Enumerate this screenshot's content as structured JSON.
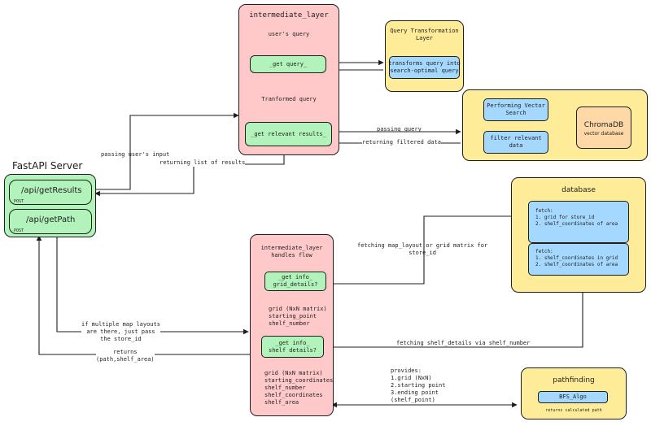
{
  "diagram": {
    "fastapi": {
      "title": "FastAPI Server",
      "get_results": "/api/getResults",
      "get_results_method": "POST",
      "get_path": "/api/getPath",
      "get_path_method": "POST"
    },
    "intermediate_top": {
      "title": "intermediate_layer",
      "users_query": "user's query",
      "get_query": "_get query_",
      "transformed_query": "Tranformed query",
      "get_relevant": "_get relevant results_"
    },
    "query_transformation": {
      "title": "Query Transformation\nLayer",
      "inner": "transforms query into\nsearch-optimal query"
    },
    "vector": {
      "performing": "Performing Vector\nSearch",
      "filter": "filter relevant\ndata",
      "chroma_title": "ChromaDB",
      "chroma_sub": "vector database"
    },
    "database": {
      "title": "database",
      "fetch1": "fetch:\n1. grid for store_id\n2. shelf_coordinates of area",
      "fetch2": "fetch:\n1. shelf_coordinates in grid\n2. shelf_coordinates of area"
    },
    "intermediate_bottom": {
      "title": "intermediate_layer\nhandles flow",
      "grid_details": "_get info_\ngrid_details?",
      "grid_output": "grid (NxN matrix)\nstarting_point\nshelf_number",
      "shelf_details": "_get info_\nshelf details?",
      "final_output": "grid (NxN matrix)\nstarting_coordinates\nshelf_number\nshelf_coordinates\nshelf_area"
    },
    "pathfinding": {
      "title": "pathfinding",
      "algo": "BFS_Algo",
      "returns": "returns calculated path"
    },
    "labels": {
      "passing_input": "passing user's input",
      "returning_list": "returning list of results",
      "passing_query": "passing query",
      "returning_filtered": "returning filtered data",
      "fetching_map": "fetching map_layout or grid matrix for\nstore_id",
      "multiple_layouts": "if multiple map layouts\nare there, just pass\nthe store_id",
      "returns_path": "returns\n(path,shelf_area)",
      "fetching_shelf": "fetching shelf_details via shelf_number",
      "provides": "provides:\n1.grid (NxN)\n2.starting point\n3.ending point\n(shelf_point)"
    }
  }
}
